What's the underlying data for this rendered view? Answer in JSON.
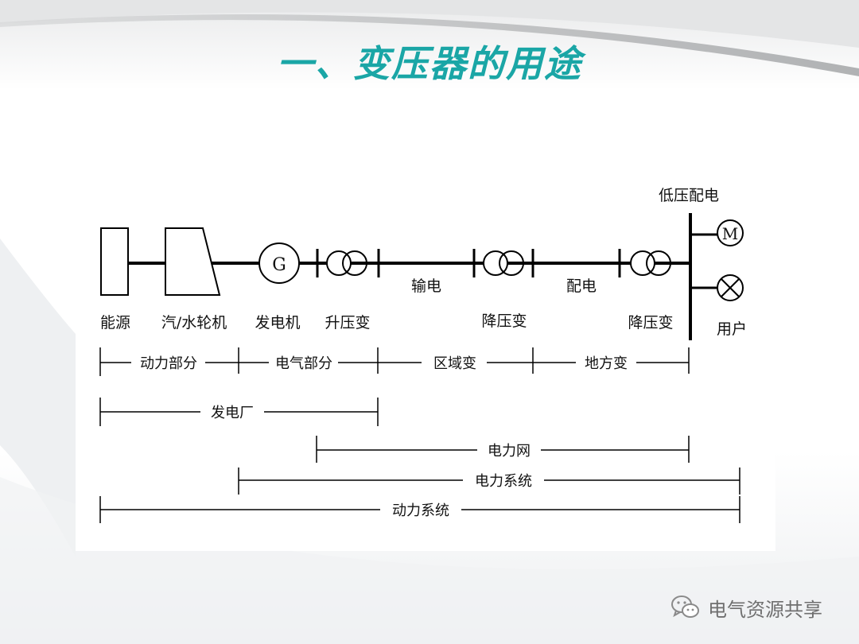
{
  "title": "一、变压器的用途",
  "diagram": {
    "components": {
      "energy": "能源",
      "turbine": "汽/水轮机",
      "generator": "发电机",
      "generator_symbol": "G",
      "step_up": "升压变",
      "step_down_1": "降压变",
      "step_down_2": "降压变",
      "lv_distribution": "低压配电",
      "motor_symbol": "M",
      "user": "用户"
    },
    "lines": {
      "transmission": "输电",
      "distribution": "配电"
    },
    "spans": {
      "power_section": "动力部分",
      "electrical_section": "电气部分",
      "regional_substation": "区域变",
      "local_substation": "地方变",
      "power_plant": "发电厂",
      "power_grid": "电力网",
      "power_system": "电力系统",
      "dynamic_system": "动力系统"
    }
  },
  "watermark": {
    "text": "电气资源共享",
    "icon": "wechat-icon"
  }
}
